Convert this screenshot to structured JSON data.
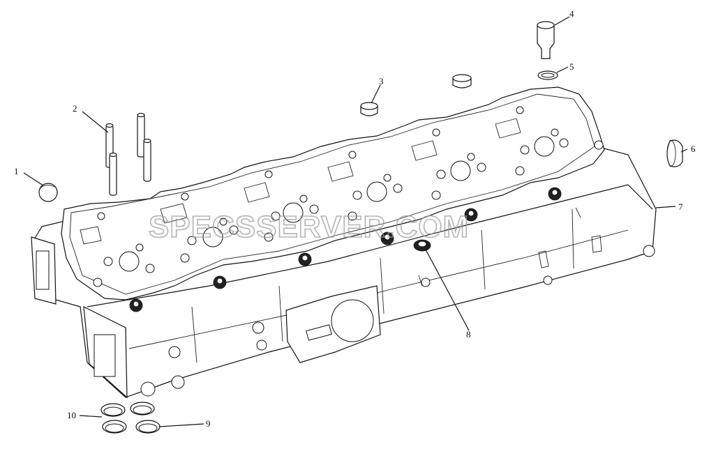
{
  "watermark": "SPECSSERVER.COM",
  "callouts": [
    "1",
    "2",
    "3",
    "4",
    "5",
    "6",
    "7",
    "8",
    "9",
    "10"
  ]
}
